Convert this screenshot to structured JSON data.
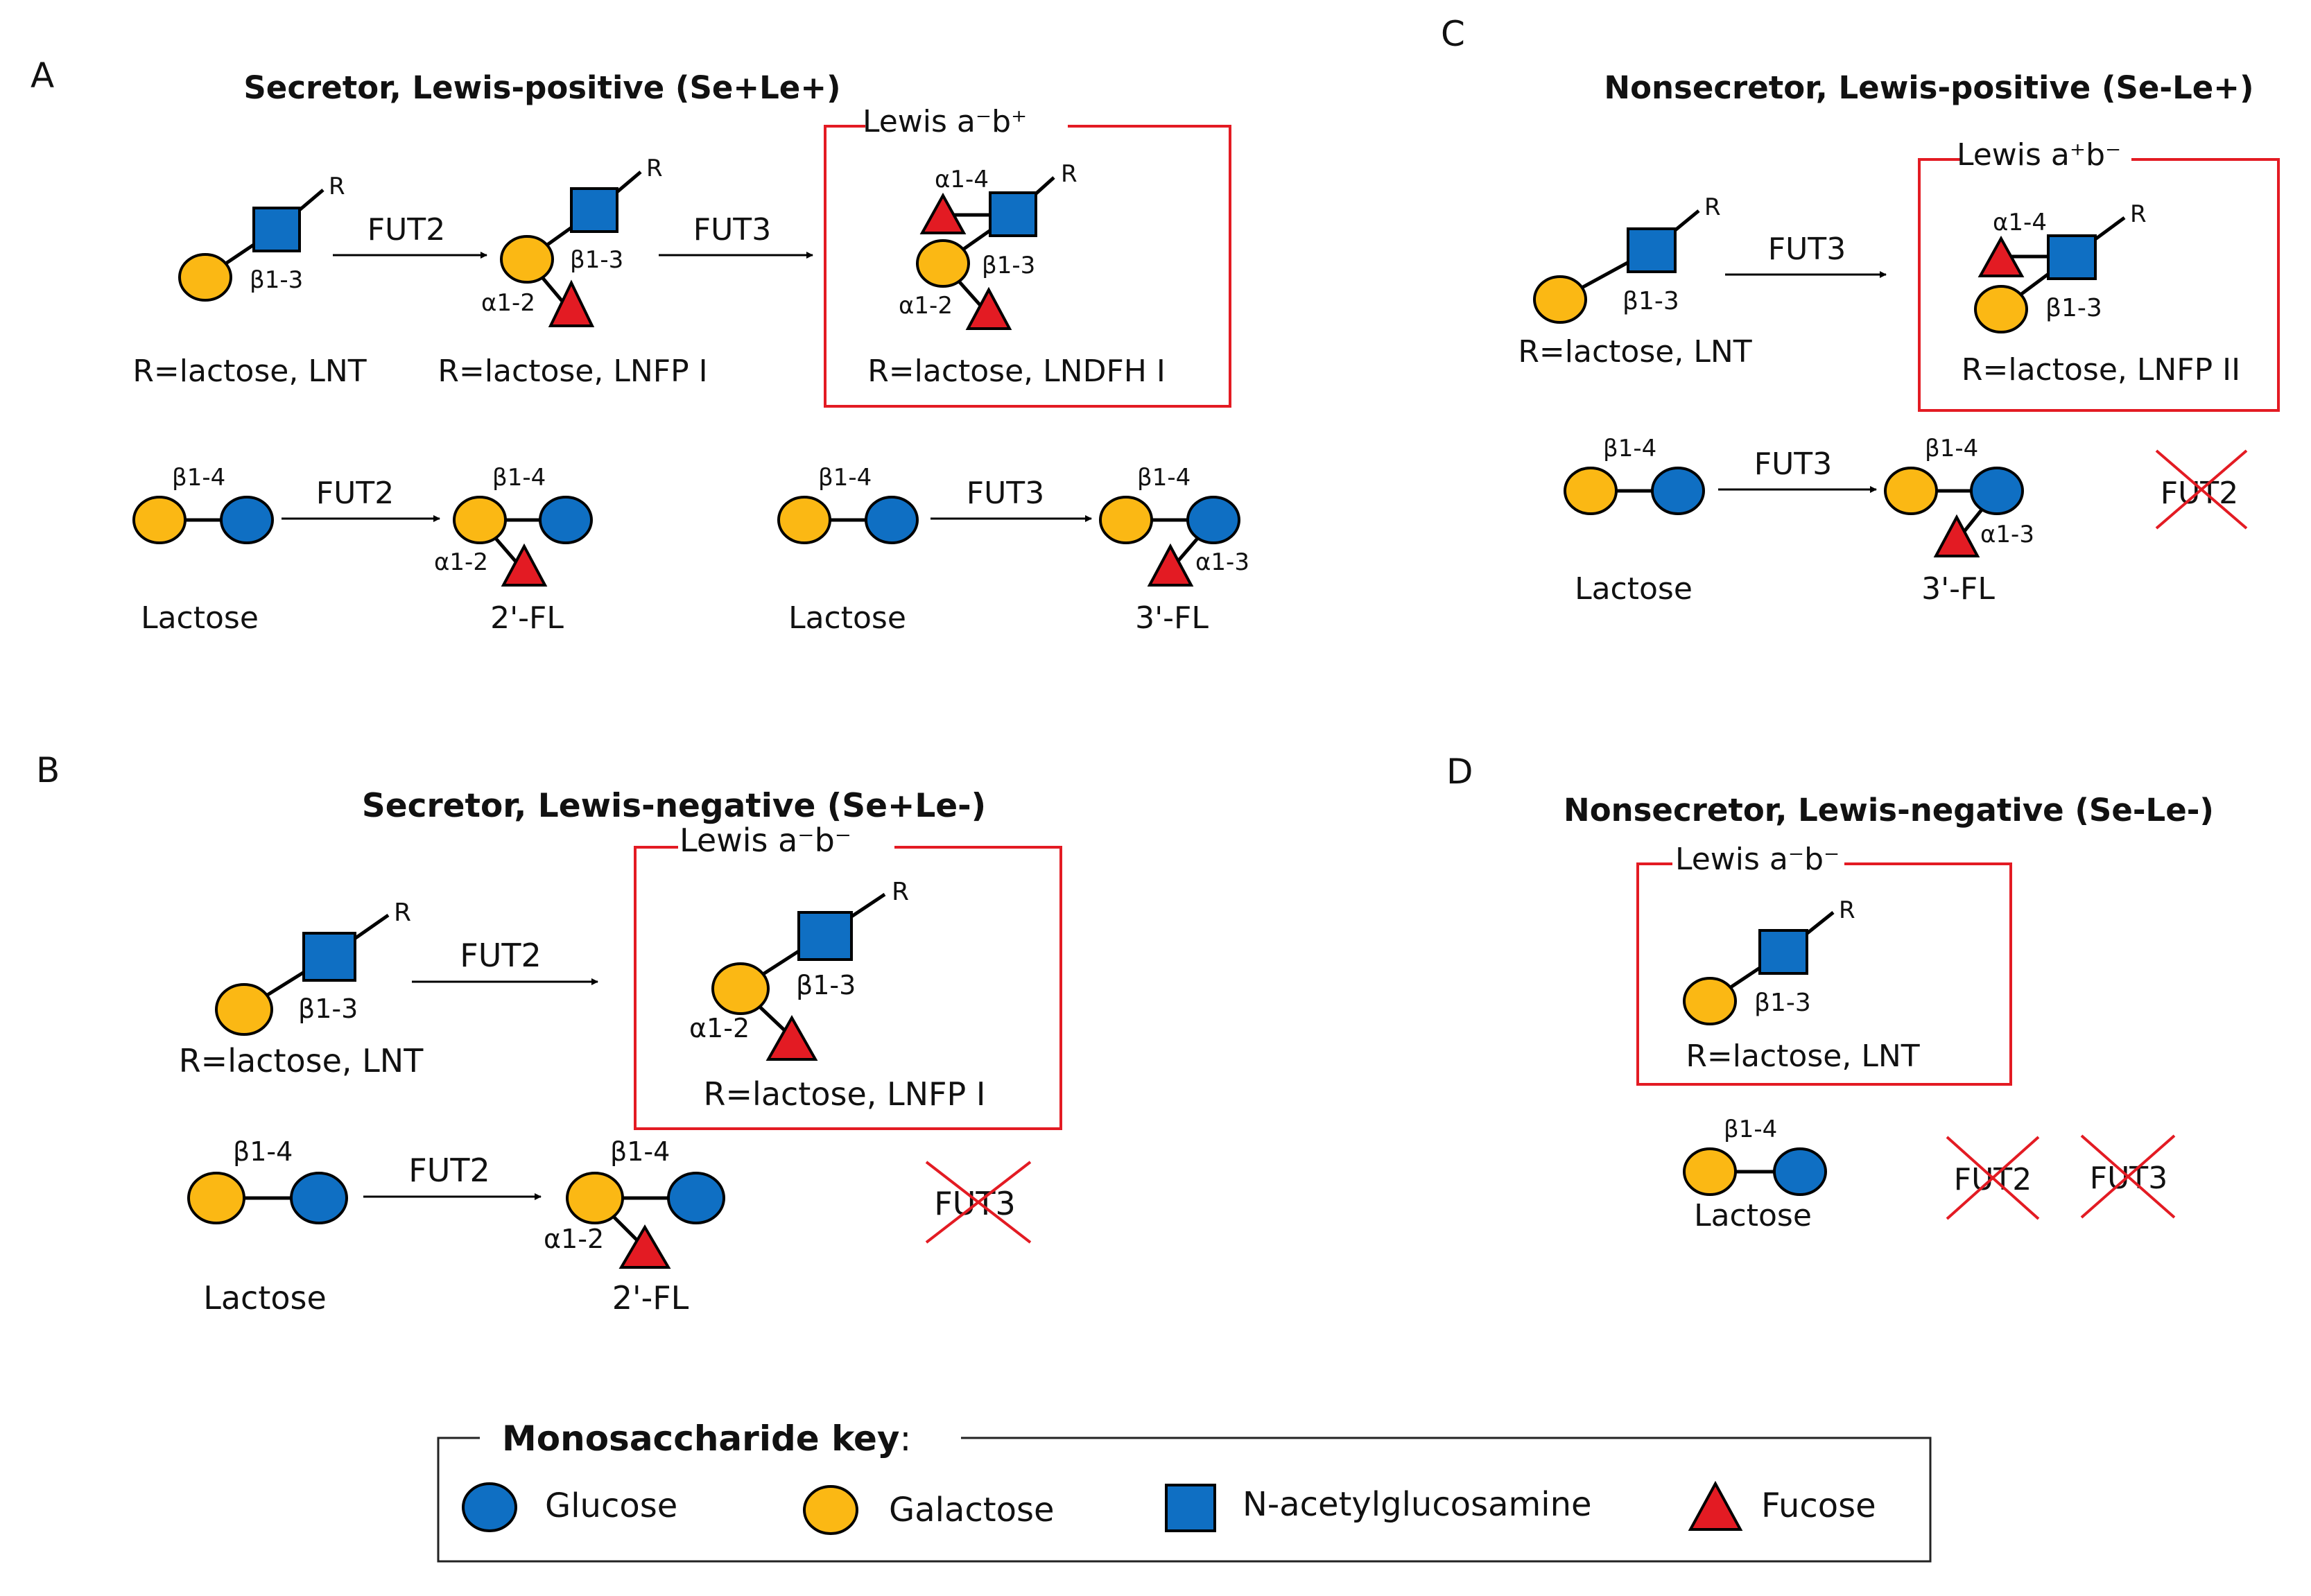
{
  "colors": {
    "glucose": "#0F6FC3",
    "galactose": "#FBB814",
    "glcnac": "#0F6FC3",
    "fucose": "#E31B23",
    "frame": "#E31B23",
    "cross": "#E31B23",
    "line": "#000000"
  },
  "panels": {
    "A": {
      "letter": "A",
      "title": "Secretor, Lewis-positive (Se+Le+)",
      "box_label": "Lewis a⁻b⁺",
      "lnt_caption": "R=lactose, LNT",
      "lnfp1_caption": "R=lactose, LNFP I",
      "lndfh_caption": "R=lactose, LNDFH I",
      "enzyme1": "FUT2",
      "enzyme2": "FUT3",
      "enzyme3": "FUT2",
      "enzyme4": "FUT3",
      "lactose1": "Lactose",
      "fl2": "2'-FL",
      "lactose2": "Lactose",
      "fl3": "3'-FL"
    },
    "B": {
      "letter": "B",
      "title": "Secretor, Lewis-negative (Se+Le-)",
      "box_label": "Lewis a⁻b⁻",
      "lnt_caption": "R=lactose, LNT",
      "lnfp1_caption": "R=lactose, LNFP I",
      "enzyme1": "FUT2",
      "enzyme2": "FUT2",
      "lactose": "Lactose",
      "fl2": "2'-FL",
      "crossed": "FUT3"
    },
    "C": {
      "letter": "C",
      "title": "Nonsecretor, Lewis-positive (Se-Le+)",
      "box_label": "Lewis a⁺b⁻",
      "lnt_caption": "R=lactose, LNT",
      "lnfp2_caption": "R=lactose, LNFP II",
      "enzyme1": "FUT3",
      "enzyme2": "FUT3",
      "lactose": "Lactose",
      "fl3": "3'-FL",
      "crossed": "FUT2"
    },
    "D": {
      "letter": "D",
      "title": "Nonsecretor, Lewis-negative (Se-Le-)",
      "box_label": "Lewis a⁻b⁻",
      "lnt_caption": "R=lactose, LNT",
      "lactose": "Lactose",
      "crossed1": "FUT2",
      "crossed2": "FUT3"
    }
  },
  "linkages": {
    "b13": "β1-3",
    "b14": "β1-4",
    "a12": "α1-2",
    "a13": "α1-3",
    "a14": "α1-4",
    "r": "R"
  },
  "key": {
    "title": "Monosaccharide key",
    "colon": ":",
    "glucose": "Glucose",
    "galactose": "Galactose",
    "glcnac": "N-acetylglucosamine",
    "fucose": "Fucose"
  }
}
